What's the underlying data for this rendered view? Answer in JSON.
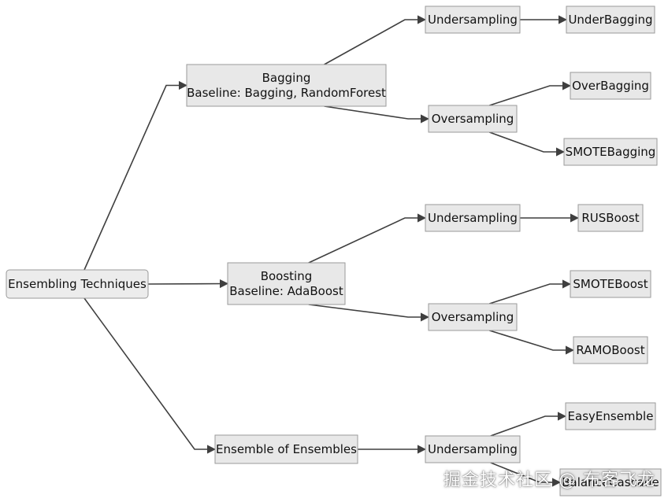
{
  "diagram": {
    "nodes": {
      "root": [
        "Ensembling Techniques"
      ],
      "bagging": [
        "Bagging",
        "Baseline: Bagging, RandomForest"
      ],
      "boosting": [
        "Boosting",
        "Baseline: AdaBoost"
      ],
      "ens": [
        "Ensemble of Ensembles"
      ],
      "bag_under": [
        "Undersampling"
      ],
      "bag_over": [
        "Oversampling"
      ],
      "underbagging": [
        "UnderBagging"
      ],
      "overbagging": [
        "OverBagging"
      ],
      "smotebagging": [
        "SMOTEBagging"
      ],
      "boost_under": [
        "Undersampling"
      ],
      "boost_over": [
        "Oversampling"
      ],
      "rusboost": [
        "RUSBoost"
      ],
      "smoteboost": [
        "SMOTEBoost"
      ],
      "ramoboost": [
        "RAMOBoost"
      ],
      "ens_under": [
        "Undersampling"
      ],
      "easyensemble": [
        "EasyEnsemble"
      ],
      "balancecascade": [
        "BalanceCascade"
      ]
    },
    "edges": [
      [
        "root",
        "bagging"
      ],
      [
        "root",
        "boosting"
      ],
      [
        "root",
        "ens"
      ],
      [
        "bagging",
        "bag_under"
      ],
      [
        "bagging",
        "bag_over"
      ],
      [
        "bag_under",
        "underbagging"
      ],
      [
        "bag_over",
        "overbagging"
      ],
      [
        "bag_over",
        "smotebagging"
      ],
      [
        "boosting",
        "boost_under"
      ],
      [
        "boosting",
        "boost_over"
      ],
      [
        "boost_under",
        "rusboost"
      ],
      [
        "boost_over",
        "smoteboost"
      ],
      [
        "boost_over",
        "ramoboost"
      ],
      [
        "ens",
        "ens_under"
      ],
      [
        "ens_under",
        "easyensemble"
      ],
      [
        "ens_under",
        "balancecascade"
      ]
    ]
  },
  "watermark": "掘金技术社区 @ 布客飞龙"
}
